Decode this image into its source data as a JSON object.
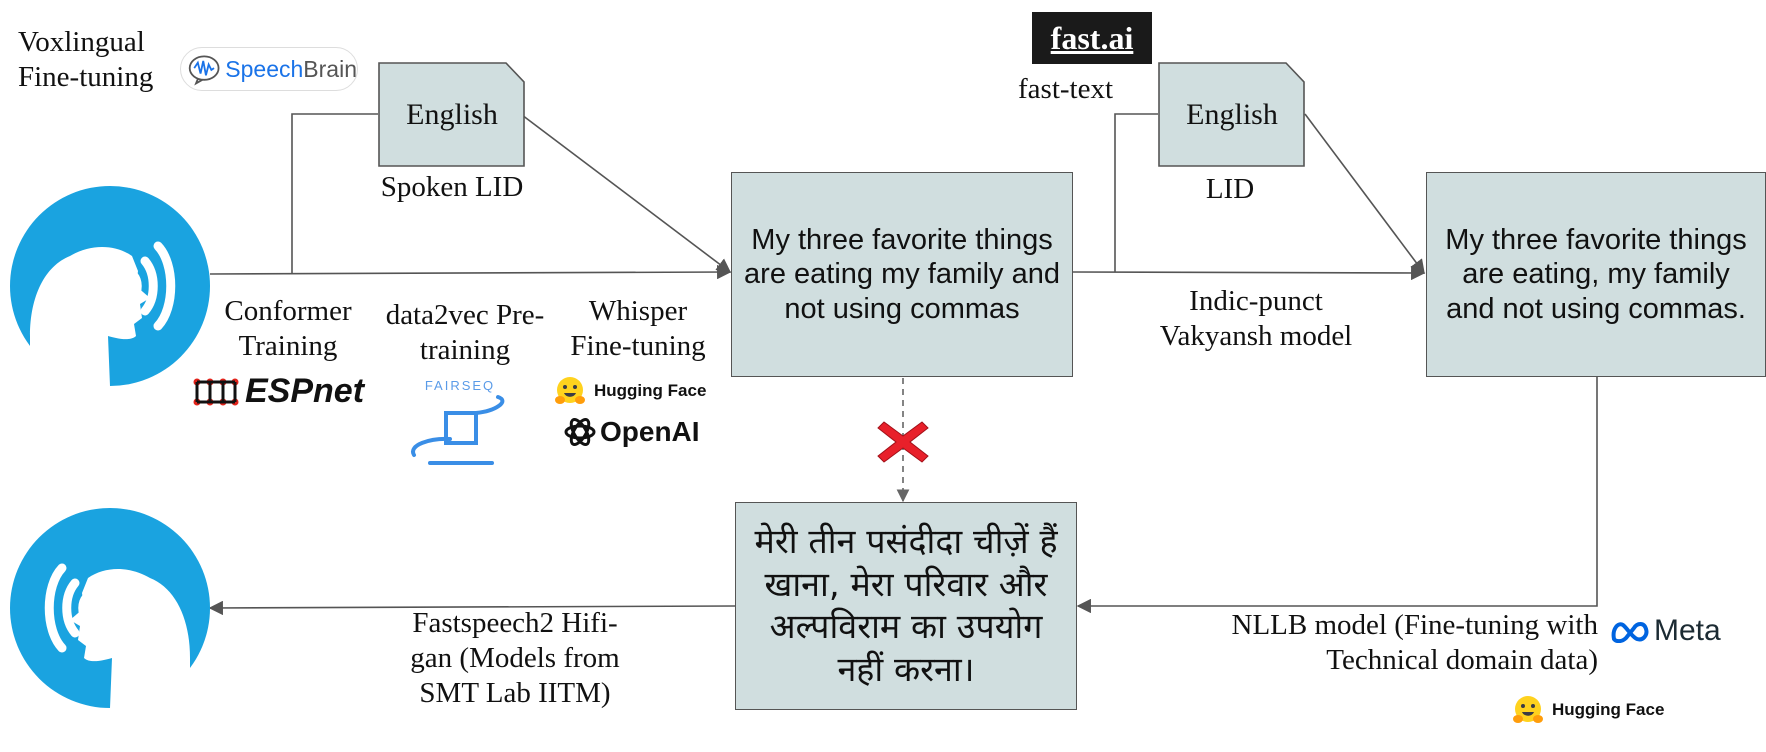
{
  "top_left": {
    "voxlingual": "Voxlingual",
    "finetuning": "Fine-tuning"
  },
  "logos": {
    "speechbrain": {
      "speech": "Speech",
      "brain": "Brain"
    },
    "fastai": "fast.ai",
    "espnet": "ESPnet",
    "fairseq": "FAIRSEQ",
    "hugging_face": "Hugging Face",
    "openai": "OpenAI",
    "meta": "Meta"
  },
  "doc_nodes": {
    "spoken_lid": {
      "label": "English",
      "caption": "Spoken LID"
    },
    "text_lid": {
      "label": "English",
      "caption": "LID"
    }
  },
  "fast_text_label": "fast-text",
  "boxes": {
    "asr_output": "My three favorite things are eating my family and not using commas",
    "punct_output": "My three favorite things are eating, my family and not using commas.",
    "hindi_output": "मेरी तीन पसंदीदा चीज़ें हैं खाना, मेरा परिवार और अल्पविराम का उपयोग नहीं करना।"
  },
  "model_labels": {
    "conformer": "Conformer Training",
    "data2vec": "data2vec Pre-training",
    "whisper": "Whisper Fine-tuning",
    "indic_punct": "Indic-punct Vakyansh model",
    "nllb": "NLLB model (Fine-tuning with Technical domain data)",
    "tts": "Fastspeech2 Hifi-gan (Models from SMT Lab IITM)"
  },
  "colors": {
    "box_fill": "#d0dedf",
    "speaker_icon": "#1aa3e0",
    "espnet_red": "#e2231a",
    "speechbrain_blue": "#1a73e8",
    "meta_blue": "#0064e0",
    "cross_red": "#e8202a"
  }
}
